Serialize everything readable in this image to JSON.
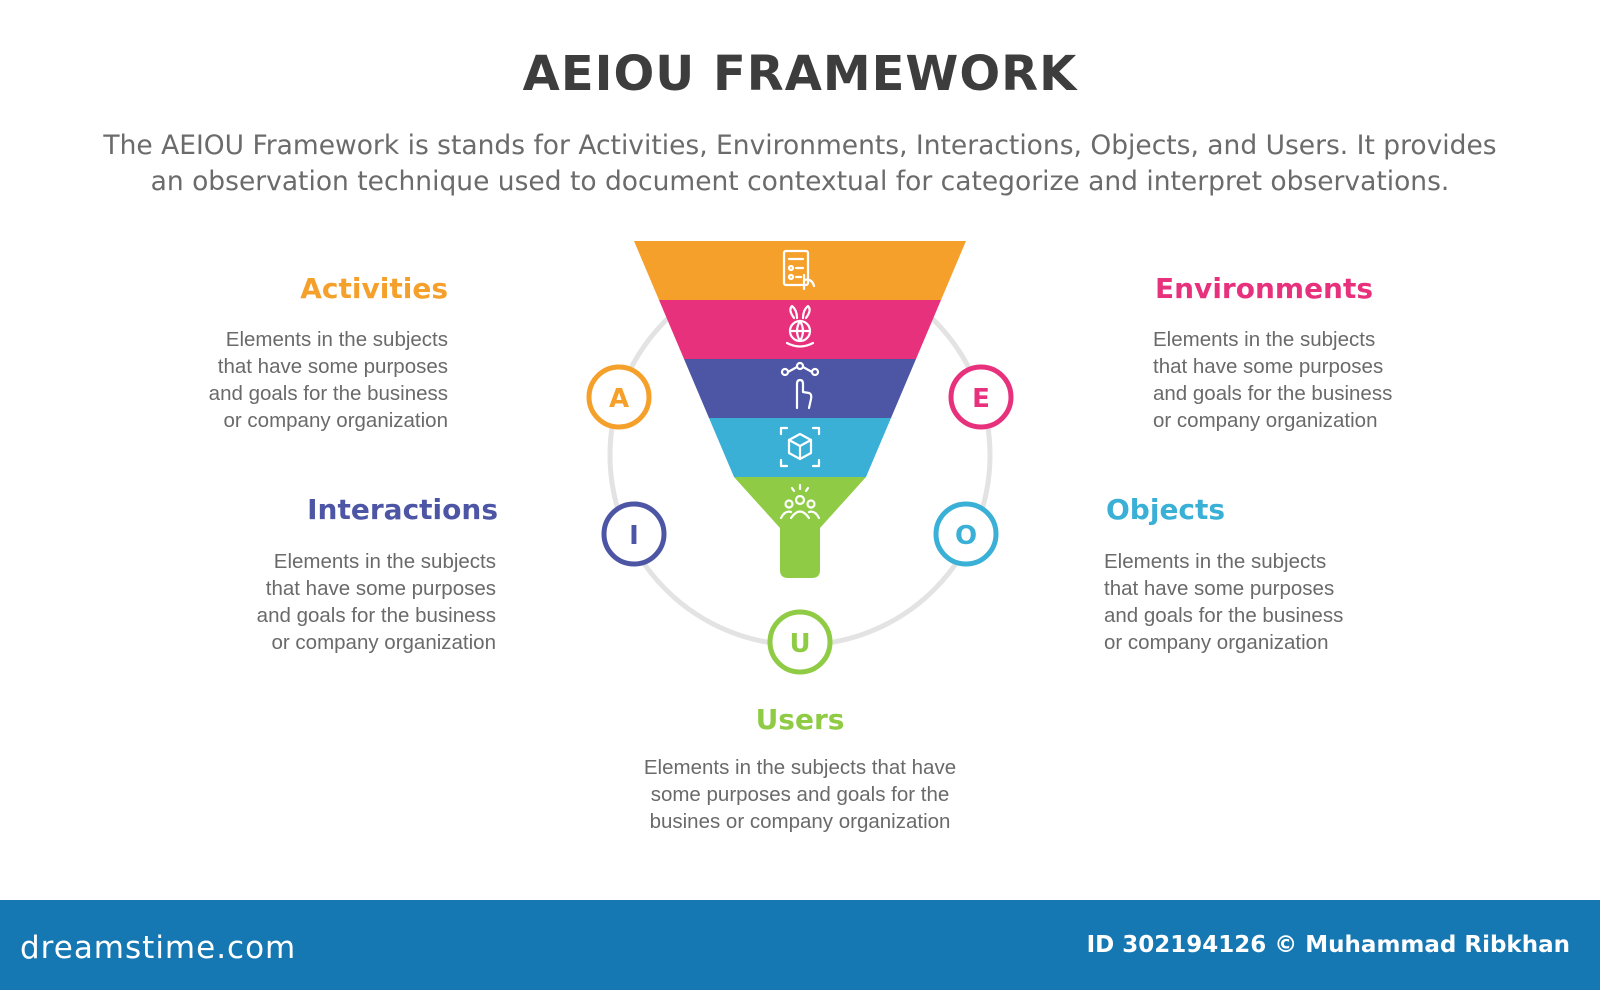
{
  "title": "AEIOU FRAMEWORK",
  "subtitle": {
    "line1": "The AEIOU Framework is stands for Activities, Environments, Interactions, Objects, and Users. It provides",
    "line2": "an observation technique used to document contextual for categorize and interpret observations."
  },
  "items": {
    "activities": {
      "letter": "A",
      "heading": "Activities",
      "color": "#f5a02a",
      "desc": [
        "Elements in the subjects",
        "that have some purposes",
        "and goals for the  business",
        "or company organization"
      ]
    },
    "environments": {
      "letter": "E",
      "heading": "Environments",
      "color": "#e8317c",
      "desc": [
        "Elements in the subjects",
        "that have some purposes",
        "and goals for the  business",
        "or company organization"
      ]
    },
    "interactions": {
      "letter": "I",
      "heading": "Interactions",
      "color": "#4d55a5",
      "desc": [
        "Elements in the subjects",
        "that have some purposes",
        "and goals for the  business",
        "or company organization"
      ]
    },
    "objects": {
      "letter": "O",
      "heading": "Objects",
      "color": "#3bb0d6",
      "desc": [
        "Elements in the subjects",
        "that have some purposes",
        "and goals for the  business",
        "or company organization"
      ]
    },
    "users": {
      "letter": "U",
      "heading": "Users",
      "color": "#8fcb45",
      "desc": [
        "Elements in the subjects that have",
        "some purposes and goals for the",
        " busines or company organization"
      ]
    }
  },
  "funnel_icons": [
    "checklist-icon",
    "globe-hand-icon",
    "touch-network-icon",
    "cube-scan-icon",
    "team-icon"
  ],
  "footer": {
    "logo": "dreamstime.com",
    "credit": "ID 302194126 © Muhammad Ribkhan"
  }
}
